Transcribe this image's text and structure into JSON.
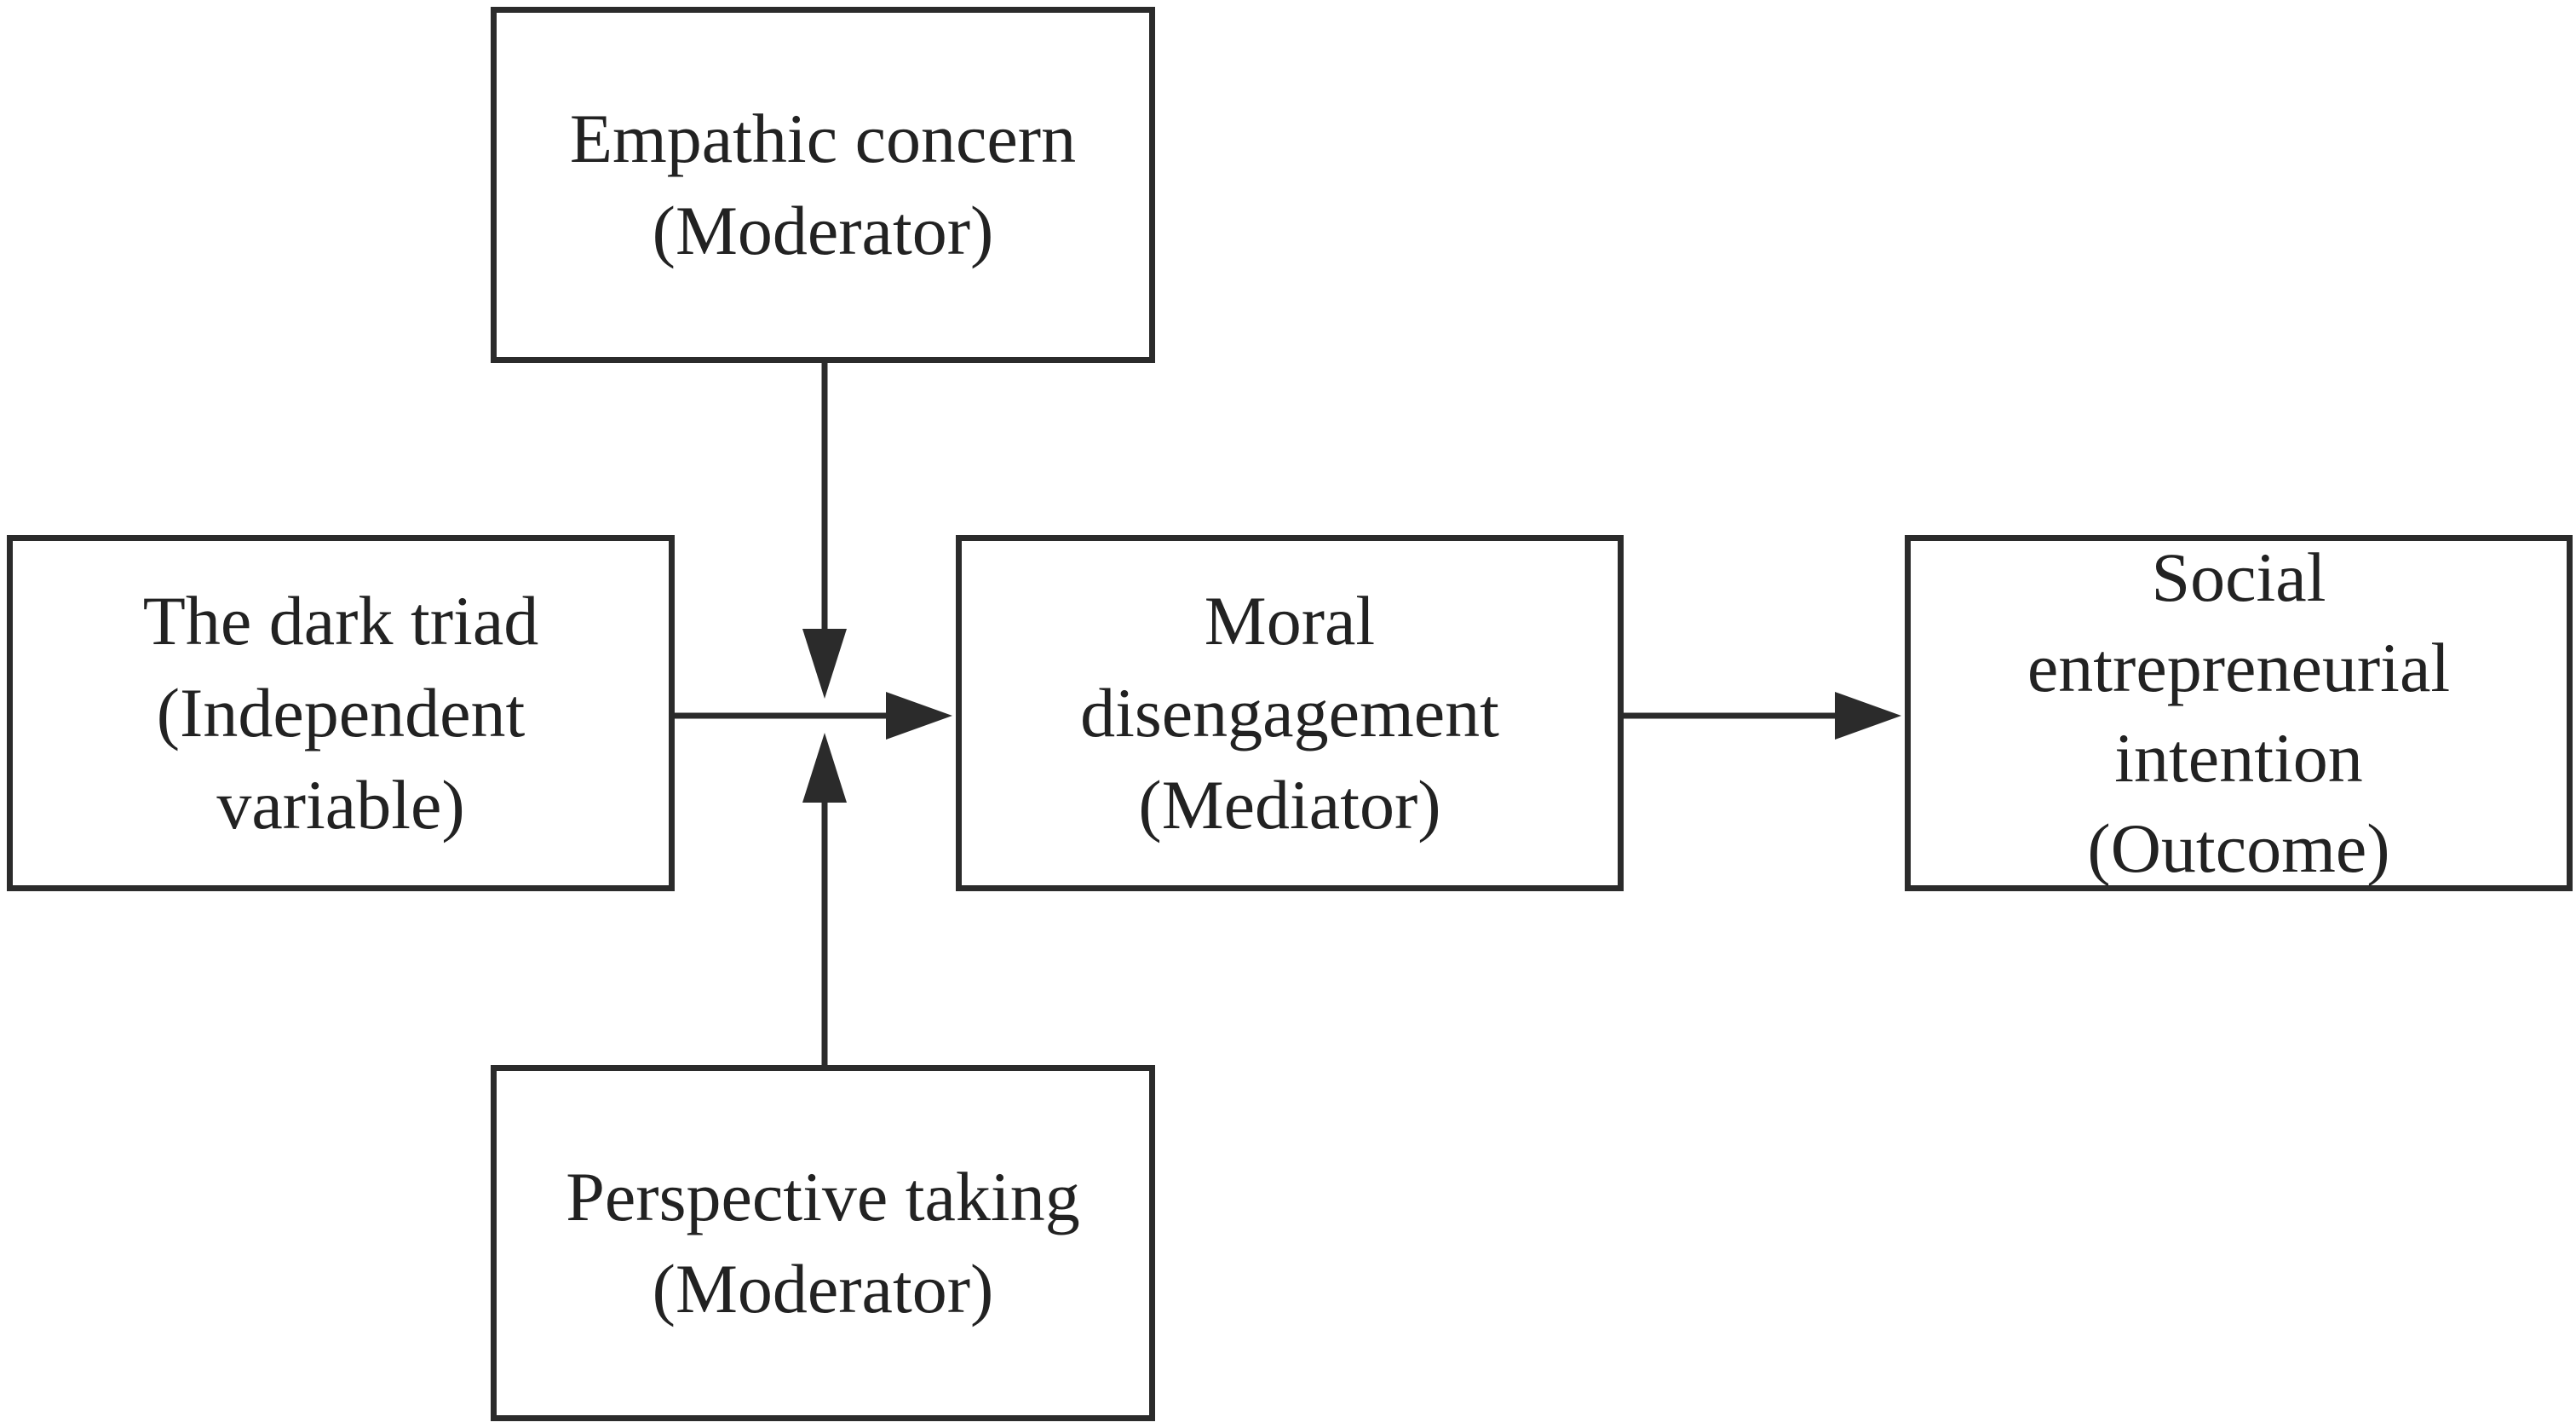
{
  "nodes": {
    "empathic_concern": {
      "line1": "Empathic concern",
      "line2": "(Moderator)"
    },
    "dark_triad": {
      "line1": "The dark triad",
      "line2": "(Independent",
      "line3": "variable)"
    },
    "moral_disengagement": {
      "line1": "Moral",
      "line2": "disengagement",
      "line3": "(Mediator)"
    },
    "social_entrepreneurial_intention": {
      "line1": "Social",
      "line2": "entrepreneurial",
      "line3": "intention",
      "line4": "(Outcome)"
    },
    "perspective_taking": {
      "line1": "Perspective taking",
      "line2": "(Moderator)"
    }
  },
  "edges": [
    {
      "from": "dark_triad",
      "to": "moral_disengagement",
      "type": "direct"
    },
    {
      "from": "moral_disengagement",
      "to": "social_entrepreneurial_intention",
      "type": "direct"
    },
    {
      "from": "empathic_concern",
      "to": "dark_triad->moral_disengagement",
      "type": "moderation"
    },
    {
      "from": "perspective_taking",
      "to": "dark_triad->moral_disengagement",
      "type": "moderation"
    }
  ],
  "colors": {
    "line": "#2b2b2b",
    "text": "#222222",
    "background": "#ffffff"
  }
}
